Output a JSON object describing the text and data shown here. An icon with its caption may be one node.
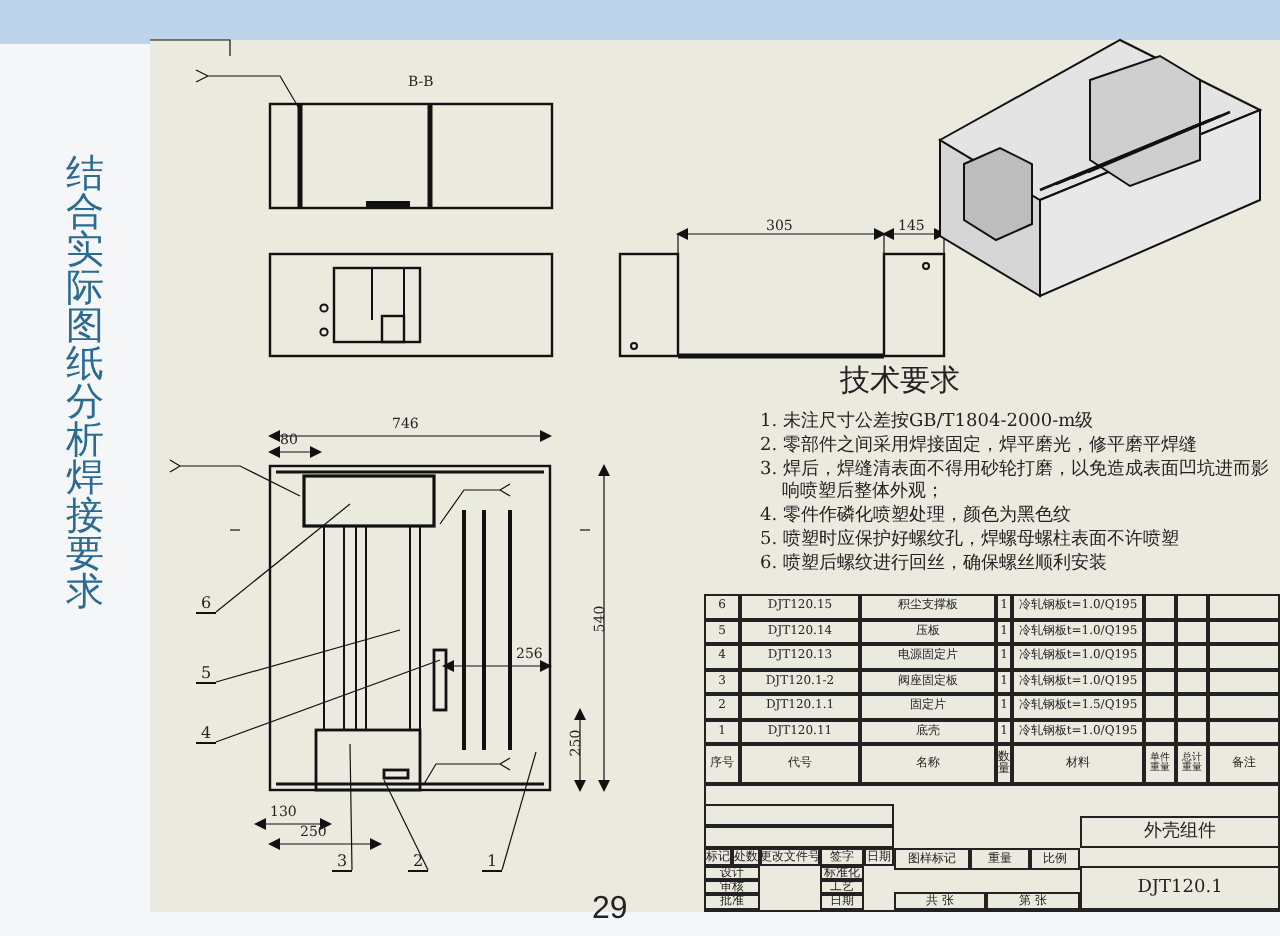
{
  "diagram": {
    "title": "结合实际图纸分析焊接要求",
    "nodes": [
      {
        "text": [
          "6"
        ]
      },
      {
        "text": [
          "5"
        ]
      },
      {
        "text": [
          "4"
        ]
      },
      {
        "text": [
          "3"
        ]
      },
      {
        "text": [
          "2"
        ]
      },
      {
        "text": [
          "1"
        ]
      }
    ],
    "edges": [
      {
        "from": 0,
        "to": null,
        "arrow": "none"
      },
      {
        "from": 1,
        "to": null,
        "arrow": "none"
      },
      {
        "from": 2,
        "to": null,
        "arrow": "none"
      },
      {
        "from": 3,
        "to": null,
        "arrow": "none"
      },
      {
        "from": 4,
        "to": null,
        "arrow": "none"
      },
      {
        "from": 5,
        "to": null,
        "arrow": "none"
      }
    ],
    "labels": [
      "B-B",
      "305",
      "145",
      "技术要求",
      "1. 未注尺寸公差按GB/T1804-2000-m级",
      "2. 零部件之间采用焊接固定，焊平磨光，修平磨平焊缝",
      "3. 焊后，焊缝清表面不得用砂轮打磨，以免造成表面凹坑进而影响喷塑后整体外观；",
      "4. 零件作磷化喷塑处理，颜色为黑色纹",
      "5. 喷塑时应保护好螺纹孔，焊螺母螺柱表面不许喷塑",
      "6. 喷塑后螺纹进行回丝，确保螺丝顺利安装",
      "746",
      "80",
      "540",
      "256",
      "250",
      "130",
      "250",
      "6",
      "DJT120.15",
      "积尘支撑板",
      "1",
      "冷轧钢板t=1.0/Q195",
      "5",
      "DJT120.14",
      "压板",
      "1",
      "冷轧钢板t=1.0/Q195",
      "4",
      "DJT120.13",
      "电源固定片",
      "1",
      "冷轧钢板t=1.0/Q195",
      "3",
      "DJT120.1-2",
      "阀座固定板",
      "1",
      "冷轧钢板t=1.0/Q195",
      "2",
      "DJT120.1.1",
      "固定片",
      "1",
      "冷轧钢板t=1.5/Q195",
      "1",
      "DJT120.11",
      "底壳",
      "1",
      "冷轧钢板t=1.0/Q195",
      "序号",
      "代号",
      "名称",
      "数量",
      "材料",
      "单件重量",
      "总计重量",
      "备注",
      "标记",
      "处数",
      "更改文件号",
      "签字",
      "日期",
      "设计",
      "标准化",
      "审核",
      "工艺",
      "批准",
      "日期",
      "图样标记",
      "重量",
      "比例",
      "共 张",
      "第 张",
      "外壳组件",
      "DJT120.1",
      "29"
    ]
  }
}
